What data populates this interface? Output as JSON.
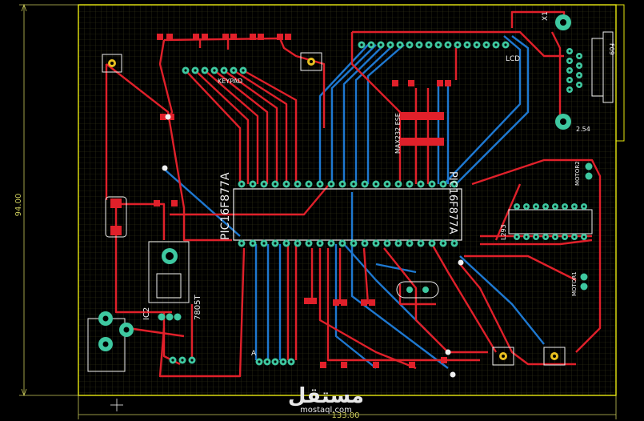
{
  "board": {
    "width_label": "133.00",
    "height_label": "94.00"
  },
  "components": {
    "ic_main": "PIC16F877A",
    "ic_main_mirror": "PIC16F877A",
    "max": "MAX232 ESE",
    "keypad": "KEYPAD",
    "lcd": "LCD",
    "regulator": "7805T",
    "ic2": "IC2",
    "l293": "L293",
    "motor2": "MOTOR2",
    "motor1": "MOTOR1",
    "db9": "F09",
    "x1": "X1",
    "pitch": "2.54",
    "pin_a": "A"
  },
  "watermark": {
    "arabic": "مستقل",
    "latin": "mostaql.com"
  },
  "colors": {
    "background": "#000000",
    "grid": "#3a3a1a",
    "outline": "#e8e810",
    "top_trace": "#e0202a",
    "bottom_trace": "#1e78d0",
    "pad": "#3ec8a0",
    "dimension": "#c8c85a",
    "silk": "#f0f0f0"
  }
}
